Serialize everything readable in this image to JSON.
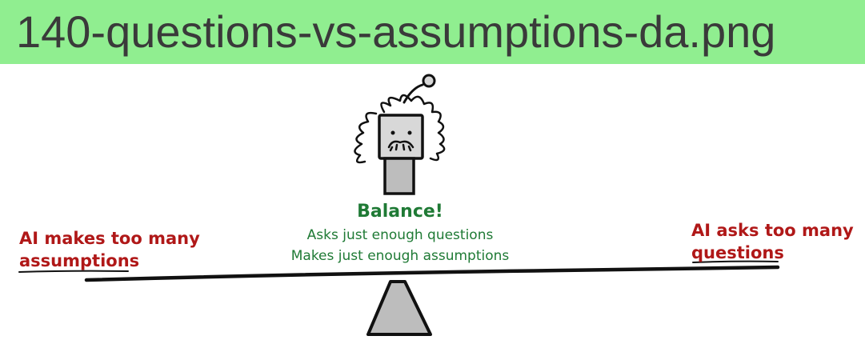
{
  "title": "140-questions-vs-assumptions-da.png",
  "left_label": {
    "line1": "AI makes too many",
    "line2": "assumptions"
  },
  "right_label": {
    "line1": "AI asks too many",
    "line2": "questions"
  },
  "balance": {
    "title": "Balance!",
    "line1": "Asks just enough questions",
    "line2": "Makes just enough assumptions"
  },
  "colors": {
    "title_bar": "#90ee90",
    "warning_text": "#b01818",
    "balance_text": "#1f7a35",
    "fulcrum_fill": "#bdbdbd"
  }
}
